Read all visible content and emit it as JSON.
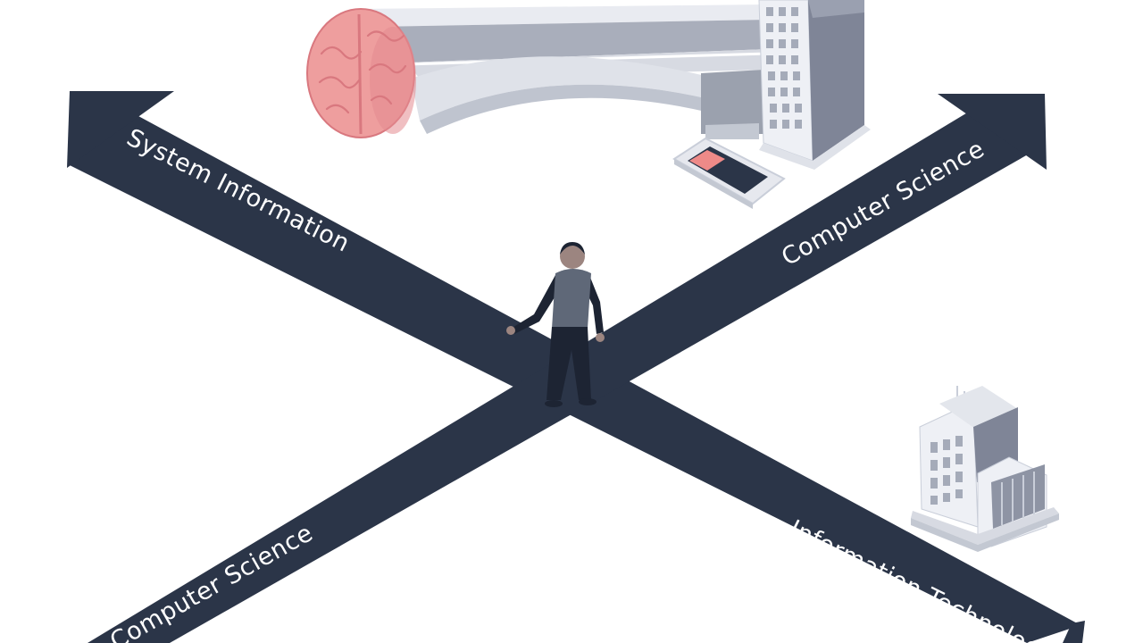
{
  "labels": {
    "upper_left": "System Information",
    "upper_right": "Computer Science",
    "lower_left": "Computer Science",
    "lower_right": "Information Technology"
  },
  "colors": {
    "road": "#2b3548",
    "brain": "#ee9e9e",
    "brain_outline": "#d9787f",
    "building_light": "#eef0f5",
    "building_mid": "#c9ced9",
    "building_dark": "#7f8597",
    "person_shirt": "#5f6878",
    "person_pants": "#1d2433",
    "background": "#ffffff"
  },
  "icons": [
    "brain-icon",
    "bridge-icon",
    "office-tower-icon",
    "tablet-icon",
    "person-figure",
    "office-building-icon"
  ]
}
